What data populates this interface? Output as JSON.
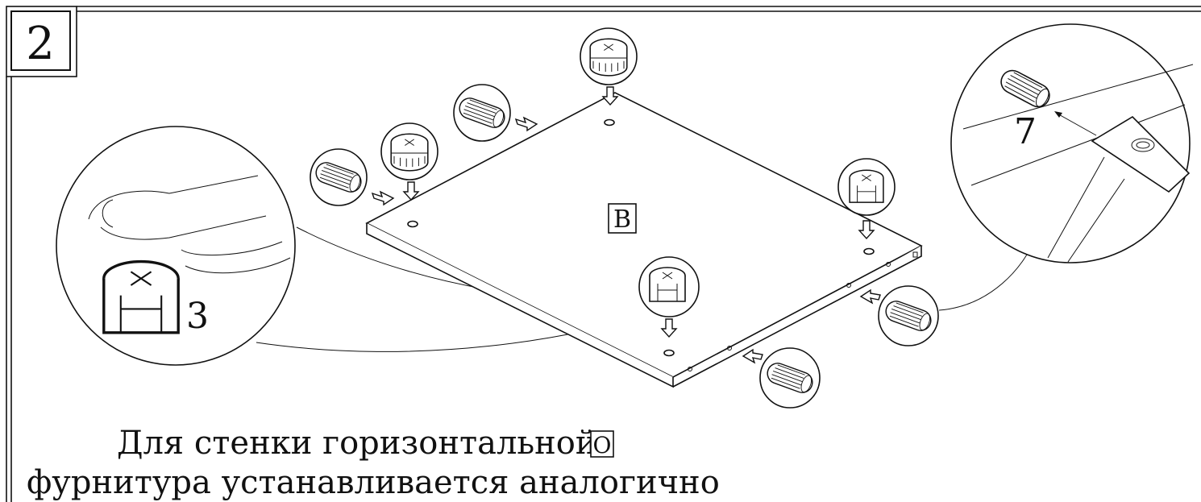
{
  "step": {
    "number": "2"
  },
  "panel": {
    "label": "B"
  },
  "callouts": {
    "cam_count": "3",
    "dowel_count": "7"
  },
  "caption": {
    "line1_text": "Для стенки горизонтальной",
    "line1_box": "O",
    "line2": "фурнитура устанавливается аналогично"
  },
  "colors": {
    "ink": "#111111",
    "background": "#ffffff"
  }
}
